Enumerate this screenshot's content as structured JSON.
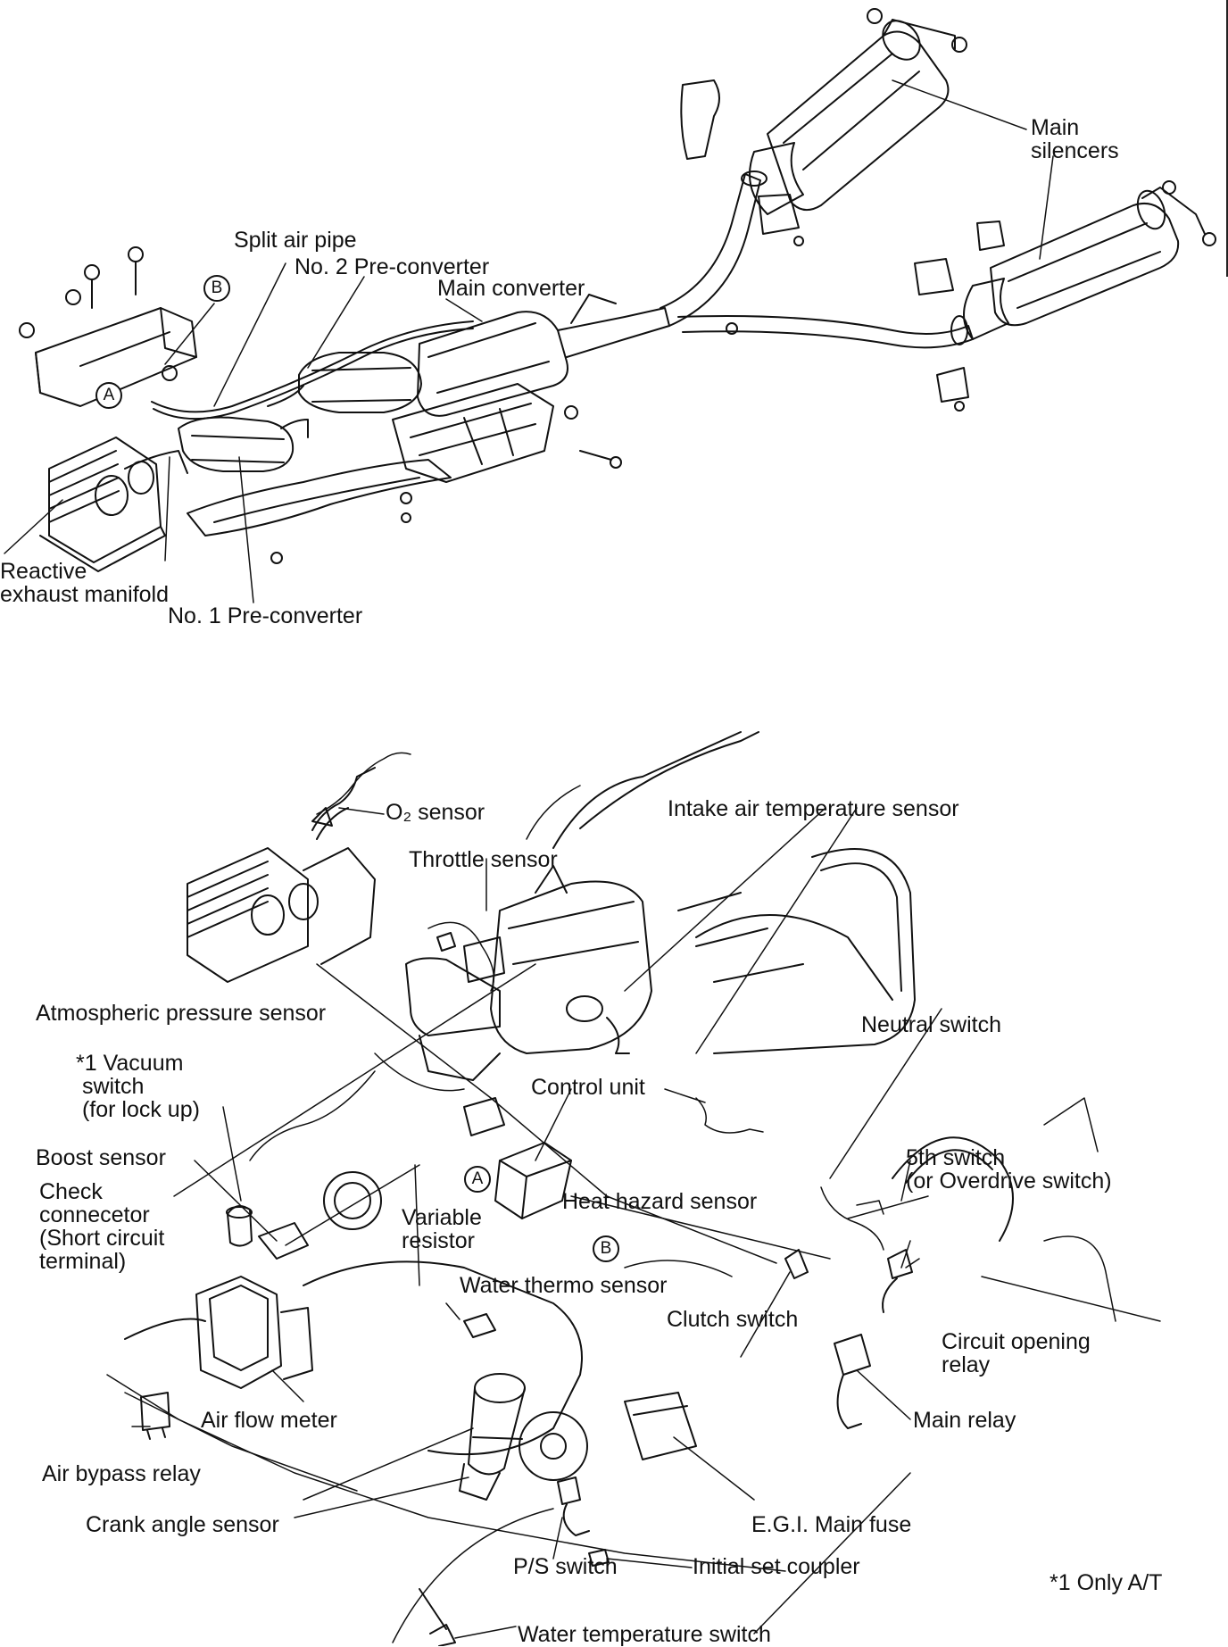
{
  "exhaust": {
    "labels": {
      "main_silencers": "Main\nsilencers",
      "split_air_pipe": "Split air pipe",
      "no2_preconverter": "No. 2 Pre-converter",
      "main_converter": "Main converter",
      "reactive_manifold": "Reactive\nexhaust manifold",
      "no1_preconverter": "No. 1 Pre-converter",
      "marker_a": "A",
      "marker_b": "B"
    }
  },
  "engine_bay": {
    "labels": {
      "o2_sensor": "O₂ sensor",
      "intake_air_temp": "Intake air temperature sensor",
      "throttle_sensor": "Throttle sensor",
      "atmospheric_pressure": "Atmospheric pressure sensor",
      "neutral_switch": "Neutral switch",
      "vacuum_switch": "*1 Vacuum\n switch\n (for lock up)",
      "control_unit": "Control unit",
      "boost_sensor": "Boost sensor",
      "fifth_switch": "5th switch\n(or Overdrive switch)",
      "check_connector": "Check\nconnecetor\n(Short circuit\nterminal)",
      "variable_resistor": "Variable\nresistor",
      "heat_hazard": "Heat hazard sensor",
      "water_thermo": "Water thermo sensor",
      "clutch_switch": "Clutch switch",
      "circuit_opening_relay": "Circuit opening\nrelay",
      "air_flow_meter": "Air flow meter",
      "main_relay": "Main relay",
      "air_bypass_relay": "Air bypass relay",
      "crank_angle": "Crank angle sensor",
      "egi_main_fuse": "E.G.I. Main fuse",
      "ps_switch": "P/S switch",
      "initial_set_coupler": "Initial set coupler",
      "water_temp_switch": "Water temperature switch",
      "marker_a": "A",
      "marker_b": "B"
    },
    "footnote": "*1 Only A/T"
  }
}
